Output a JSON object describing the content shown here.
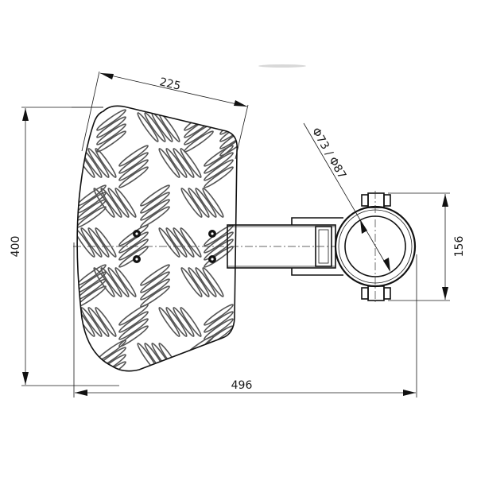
{
  "drawing": {
    "subject": "Checker-plate footrest with tube clamp bracket",
    "colors": {
      "line": "#1a1a1a",
      "tread": "#555555",
      "background": "#ffffff"
    },
    "dimensions": {
      "top_width": "225",
      "height": "400",
      "overall_length": "496",
      "clamp_height": "156",
      "clamp_diameter": "Φ73 / Φ87"
    },
    "bolts": {
      "plate_bolt_count": 4,
      "clamp_bolt_count": 2
    }
  }
}
